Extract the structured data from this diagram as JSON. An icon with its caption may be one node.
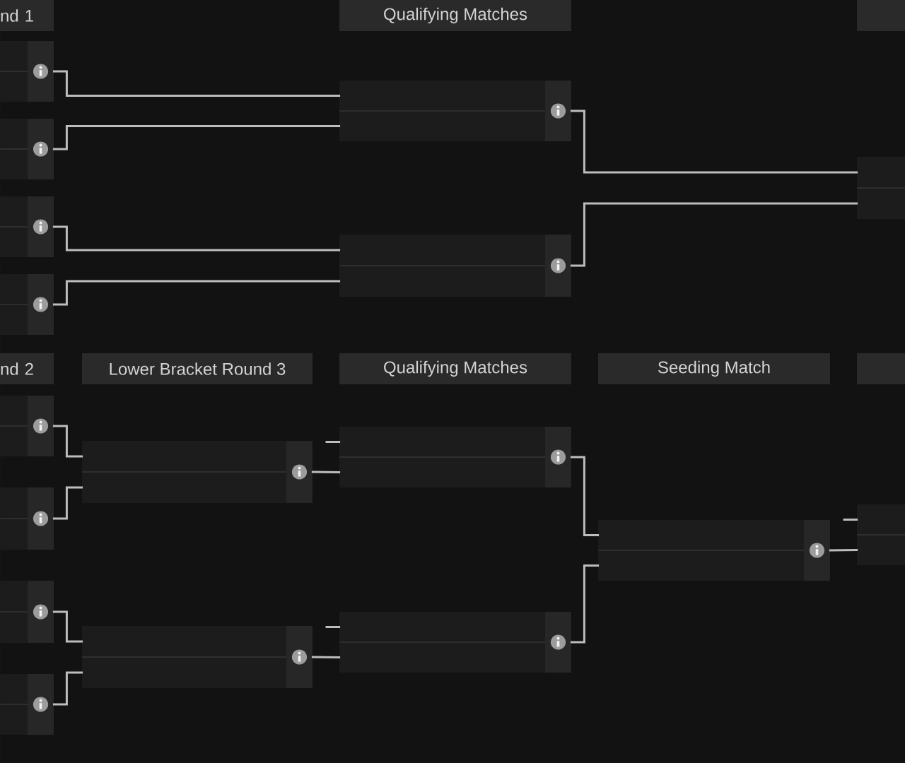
{
  "diagram": {
    "nodes": [
      {
        "text": [
          "nd 1"
        ]
      },
      {
        "text": [
          "Qualifying Matches"
        ]
      },
      {
        "text": [],
        "shape": "box"
      },
      {
        "text": [],
        "shape": "box"
      },
      {
        "text": [],
        "shape": "box"
      },
      {
        "text": [],
        "shape": "box"
      },
      {
        "text": [],
        "shape": "box"
      },
      {
        "text": [],
        "shape": "box"
      },
      {
        "text": [],
        "shape": "box"
      },
      {
        "text": [],
        "shape": "box"
      },
      {
        "text": [
          "nd 2"
        ]
      },
      {
        "text": [
          "Lower Bracket Round 3"
        ]
      },
      {
        "text": [
          "Qualifying Matches"
        ]
      },
      {
        "text": [
          "Seeding Match"
        ]
      },
      {
        "text": [],
        "shape": "box"
      },
      {
        "text": [],
        "shape": "box"
      },
      {
        "text": [],
        "shape": "box"
      },
      {
        "text": [],
        "shape": "box"
      },
      {
        "text": [],
        "shape": "box"
      },
      {
        "text": [],
        "shape": "box"
      },
      {
        "text": [],
        "shape": "box"
      },
      {
        "text": [],
        "shape": "box"
      },
      {
        "text": [],
        "shape": "box"
      },
      {
        "text": [],
        "shape": "box"
      },
      {
        "text": [],
        "shape": "box"
      }
    ],
    "edges": [
      {
        "from": 3,
        "to": 7,
        "arrow": "none"
      },
      {
        "from": 4,
        "to": 7,
        "arrow": "none"
      },
      {
        "from": 5,
        "to": 8,
        "arrow": "none"
      },
      {
        "from": 6,
        "to": 8,
        "arrow": "none"
      },
      {
        "from": 7,
        "to": 9,
        "arrow": "none"
      },
      {
        "from": 8,
        "to": 9,
        "arrow": "none"
      },
      {
        "from": 15,
        "to": 19,
        "arrow": "none"
      },
      {
        "from": 16,
        "to": 19,
        "arrow": "none"
      },
      {
        "from": 17,
        "to": 20,
        "arrow": "none"
      },
      {
        "from": 18,
        "to": 20,
        "arrow": "none"
      },
      {
        "from": null,
        "to": 21,
        "arrow": "none"
      },
      {
        "from": 19,
        "to": 21,
        "arrow": "none"
      },
      {
        "from": null,
        "to": 22,
        "arrow": "none"
      },
      {
        "from": 20,
        "to": 22,
        "arrow": "none"
      },
      {
        "from": 21,
        "to": 23,
        "arrow": "none"
      },
      {
        "from": 22,
        "to": 23,
        "arrow": "none"
      },
      {
        "from": null,
        "to": 24,
        "arrow": "none"
      },
      {
        "from": 23,
        "to": 24,
        "arrow": "none"
      }
    ]
  }
}
